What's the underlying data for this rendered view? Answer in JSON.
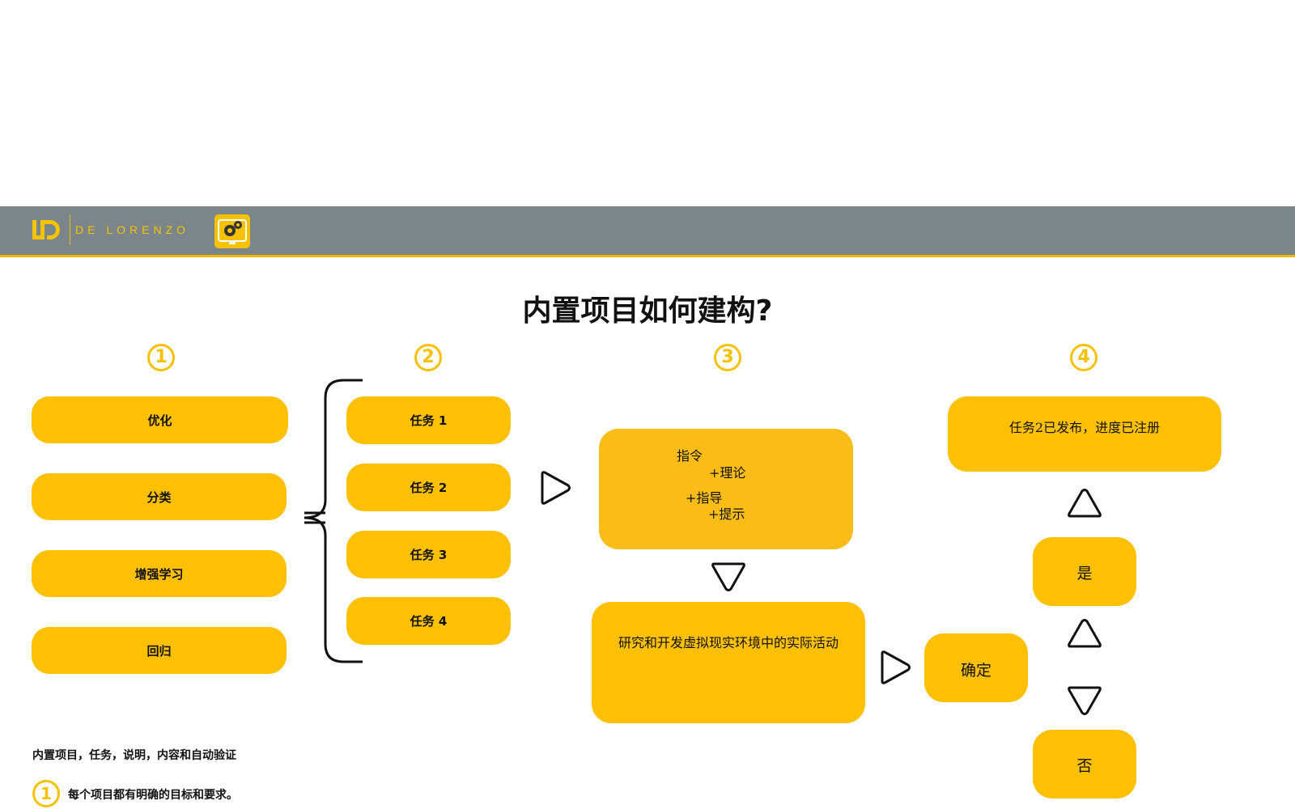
{
  "header": {
    "brand": "DE LORENZO",
    "logo_icon": "de-lorenzo-logo-icon",
    "app_icon": "gears-monitor-icon",
    "bar_color": "#7b868b",
    "accent_color": "#f5b800"
  },
  "title": "内置项目如何建构?",
  "steps": [
    "1",
    "2",
    "3",
    "4"
  ],
  "column1": {
    "items": [
      "优化",
      "分类",
      "增强学习",
      "回归"
    ]
  },
  "column2": {
    "items": [
      "任务 1",
      "任务 2",
      "任务 3",
      "任务 4"
    ]
  },
  "column3": {
    "instructions": {
      "line1": "指令",
      "line2": "+理论",
      "line3": "+指导",
      "line4": "+提示"
    },
    "activity": "研究和开发虚拟现实环境中的实际活动"
  },
  "column4": {
    "published": "任务2已发布，进度已注册",
    "yes": "是",
    "confirm": "确定",
    "no": "否"
  },
  "footer": {
    "caption": "内置项目，任务，说明，内容和自动验证",
    "note_number": "1",
    "note": "每个项目都有明确的目标和要求。"
  },
  "colors": {
    "box_yellow": "#fdc002",
    "box_orange_yellow": "#fabd18",
    "number_yellow": "#f5c100"
  }
}
